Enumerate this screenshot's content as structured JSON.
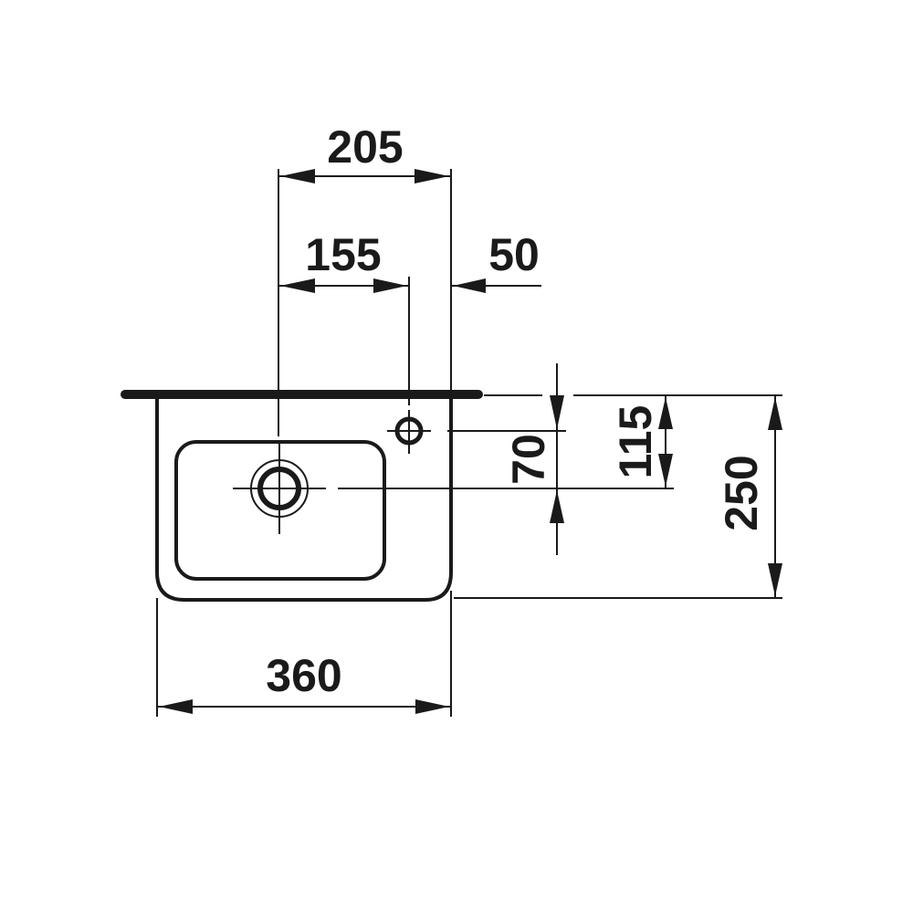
{
  "drawing": {
    "subject": "wall-hung hand basin, top view",
    "line_color": "#1a1a1a",
    "background": "#ffffff"
  },
  "dimensions": {
    "overall_width": "360",
    "overall_depth": "250",
    "drain_offset_to_right": "205",
    "drain_to_tap_hole": "155",
    "tap_hole_to_right": "50",
    "drain_from_wall": "115",
    "tap_to_drain": "70"
  }
}
